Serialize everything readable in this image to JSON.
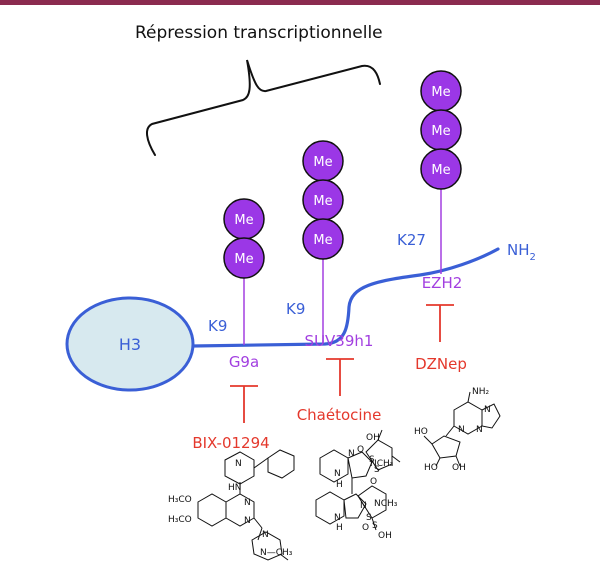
{
  "title": "Répression transcriptionnelle",
  "colors": {
    "top_rule": "#8b2b4f",
    "histone_tail": "#3a5fd6",
    "histone_fill": "#d7e9ef",
    "methyl_fill": "#9b37e6",
    "enzyme_text": "#a23fe0",
    "inhibitor": "#e4382c",
    "bracket": "#111111"
  },
  "histone": {
    "core_label": "H3",
    "terminus_label": "NH",
    "terminus_subscript": "2"
  },
  "methyl_label": "Me",
  "sites": [
    {
      "lysine": "K9",
      "enzyme": "G9a",
      "inhibitor": "BIX-01294",
      "methyl_count": 2
    },
    {
      "lysine": "K9",
      "enzyme": "SUV39h1",
      "inhibitor": "Chaétocine",
      "methyl_count": 3
    },
    {
      "lysine": "K27",
      "enzyme": "EZH2",
      "inhibitor": "DZNep",
      "methyl_count": 3
    }
  ],
  "structures": {
    "bix": {
      "nh": "HN",
      "n_ring": "N",
      "ring_n1": "N",
      "ring_n2": "N",
      "ome1": "H₃CO",
      "ome2": "H₃CO",
      "diaz_n": "N",
      "ch3": "N—CH₃"
    },
    "chaetocin": {
      "oh1": "OH",
      "o1": "O",
      "n1": "N",
      "s1": "S",
      "s2": "S",
      "nch3_1": "NCH₃",
      "h1": "N",
      "h1b": "H",
      "o2": "O",
      "n2": "N",
      "s3": "S",
      "s4": "S",
      "nch3_2": "NCH₃",
      "h2": "N",
      "h2b": "H",
      "o3": "O",
      "oh2": "OH"
    },
    "dznep": {
      "nh2": "NH₂",
      "n1": "N",
      "n2": "N",
      "n3": "N",
      "ho1": "HO",
      "ho2": "HO",
      "oh": "OH"
    }
  }
}
